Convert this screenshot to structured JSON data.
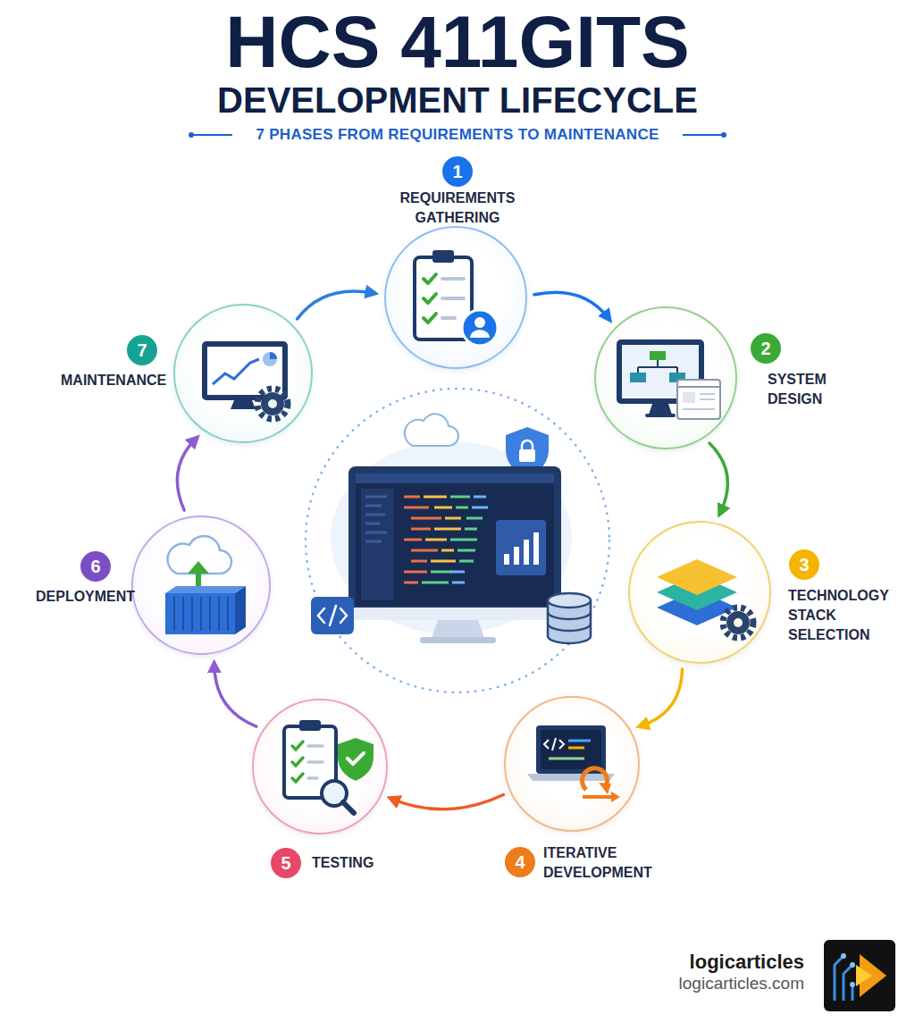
{
  "diagram": {
    "title": "HCS 411GITS DEVELOPMENT LIFECYCLE",
    "nodes": [
      {
        "text": [
          "1",
          "REQUIREMENTS GATHERING"
        ]
      },
      {
        "text": [
          "2",
          "SYSTEM DESIGN"
        ]
      },
      {
        "text": [
          "3",
          "TECHNOLOGY STACK SELECTION"
        ]
      },
      {
        "text": [
          "4",
          "ITERATIVE DEVELOPMENT"
        ]
      },
      {
        "text": [
          "5",
          "TESTING"
        ]
      },
      {
        "text": [
          "6",
          "DEPLOYMENT"
        ]
      },
      {
        "text": [
          "7",
          "MAINTENANCE"
        ]
      }
    ],
    "edges": [
      {
        "from": 0,
        "to": 1,
        "arrow": "to"
      },
      {
        "from": 1,
        "to": 2,
        "arrow": "to"
      },
      {
        "from": 2,
        "to": 3,
        "arrow": "to"
      },
      {
        "from": 3,
        "to": 4,
        "arrow": "to"
      },
      {
        "from": 4,
        "to": 5,
        "arrow": "to"
      },
      {
        "from": 5,
        "to": 6,
        "arrow": "to"
      },
      {
        "from": 6,
        "to": 0,
        "arrow": "to"
      }
    ],
    "labels": [
      "7 PHASES FROM REQUIREMENTS TO MAINTENANCE",
      "logicarticles",
      "logicarticles.com"
    ]
  }
}
